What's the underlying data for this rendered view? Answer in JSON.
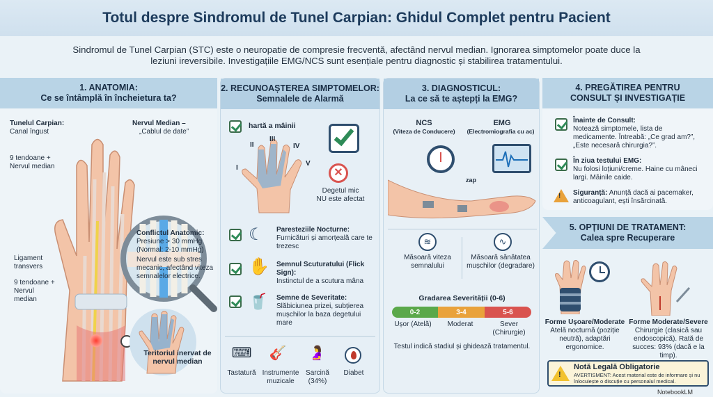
{
  "title": "Totul despre Sindromul de Tunel Carpian: Ghidul Complet pentru Pacient",
  "intro": "Sindromul de Tunel Carpian (STC) este o neuropatie de compresie frecventă, afectând nervul median. Ignorarea simptomelor poate duce la leziuni ireversibile. Investigațiile EMG/NCS sunt esențiale pentru diagnostic și stabilirea tratamentului.",
  "col1": {
    "heading1": "1. ANATOMIA:",
    "heading2": "Ce se întâmplă în încheietura ta?",
    "tunnel_title": "Tunelul Carpian:",
    "tunnel_sub": "Canal îngust",
    "nerve_title": "Nervul Median –",
    "nerve_sub": "„Cablul de date”",
    "tendons_top": "9 tendoane + Nervul median",
    "ligament": "Ligament transvers",
    "tendons_bottom": "9 tendoane + Nervul median",
    "conflict_title": "Conflictul Anatomic:",
    "conflict_pressure": "Presiune > 30 mmHg",
    "conflict_normal": "(Normal: 2-10 mmHg)",
    "conflict_text": "Nervul este sub stres mecanic, afectând viteza semnalelor electrice.",
    "territory": "Teritoriul inervat de nervul median"
  },
  "col2": {
    "heading1": "2. RECUNOAȘTEREA SIMPTOMELOR:",
    "heading2": "Semnalele de Alarmă",
    "map_label": "hartă a mâinii",
    "fingers": [
      "I",
      "II",
      "III",
      "IV",
      "V"
    ],
    "little_finger_1": "Degetul mic",
    "little_finger_2": "NU este afectat",
    "sym1_title": "Paresteziile Nocturne:",
    "sym1_text": "Furnicături și amorțeală care te trezesc",
    "sym2_title": "Semnul Scuturatului (Flick Sign):",
    "sym2_text": "Instinctul de a scutura mâna",
    "sym3_title": "Semne de Severitate:",
    "sym3_text": "Slăbiciunea prizei, subțierea mușchilor la baza degetului mare",
    "risks": [
      "Tastatură",
      "Instrumente muzicale",
      "Sarcină (34%)",
      "Diabet"
    ]
  },
  "col3": {
    "heading1": "3. DIAGNOSTICUL:",
    "heading2": "La ce să te aștepți la EMG?",
    "ncs_title": "NCS",
    "ncs_sub": "(Viteza de Conducere)",
    "emg_title": "EMG",
    "emg_sub": "(Electromiografia cu ac)",
    "zap": "zap",
    "ncs_measure": "Măsoară viteza semnalului",
    "emg_measure": "Măsoară sănătatea mușchilor (degradare)",
    "grading_title": "Gradarea Severității (0-6)",
    "grades": [
      {
        "range": "0-2",
        "label": "Ușor (Atelă)",
        "color": "#5aa84a"
      },
      {
        "range": "3-4",
        "label": "Moderat",
        "color": "#e9a23b"
      },
      {
        "range": "5-6",
        "label": "Sever (Chirurgie)",
        "color": "#d9534f"
      }
    ],
    "grading_note": "Testul indică stadiul și ghidează tratamentul."
  },
  "col4": {
    "heading1": "4. PREGĂTIREA PENTRU",
    "heading2": "CONSULT ȘI INVESTIGAȚIE",
    "item1_title": "Înainte de Consult:",
    "item1_text": "Notează simptomele, lista de medicamente. Întreabă: „Ce grad am?”, „Este necesară chirurgia?”.",
    "item2_title": "În ziua testului EMG:",
    "item2_text": "Nu folosi loțiuni/creme. Haine cu mâneci largi. Mâinile caide.",
    "item3_title": "Siguranță:",
    "item3_text": "Anunță dacă ai pacemaker, anticoagulant, ești însărcinată."
  },
  "col5": {
    "heading1": "5. OPȚIUNI DE TRATAMENT:",
    "heading2": "Calea spre Recuperare",
    "opt1_title": "Forme Ușoare/Moderate",
    "opt1_text": "Atelă nocturnă (poziție neutră), adaptări ergonomice.",
    "opt2_title": "Forme Moderate/Severe",
    "opt2_text": "Chirurgie (clasică sau endoscopică). Rată de succes: 93% (dacă e la timp)."
  },
  "legal": {
    "title": "Notă Legală Obligatorie",
    "text": "AVERTISMENT: Acest material este de informare și nu înlocuiește o discuție cu personalul medical."
  },
  "brand": "NotebookLM"
}
